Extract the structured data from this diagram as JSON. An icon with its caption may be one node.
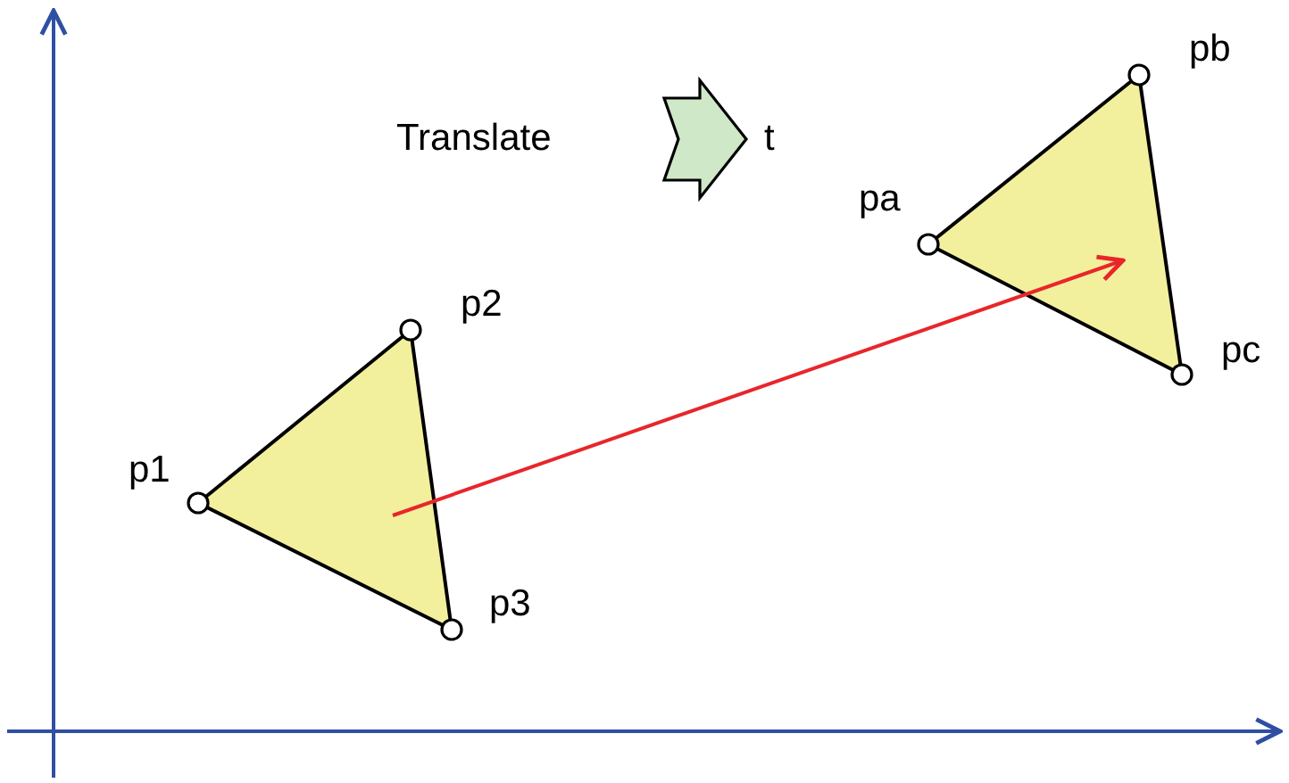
{
  "diagram": {
    "nodes": [
      {
        "text": [],
        "shape": "triangle"
      },
      {
        "text": [],
        "shape": "triangle"
      }
    ],
    "edges": [
      {
        "from": 0,
        "to": 1,
        "arrow": "to",
        "color": "#e8262a"
      }
    ],
    "labels": [
      "Translate",
      "t",
      "pb",
      "pa",
      "p2",
      "pc",
      "p1",
      "p3"
    ]
  }
}
